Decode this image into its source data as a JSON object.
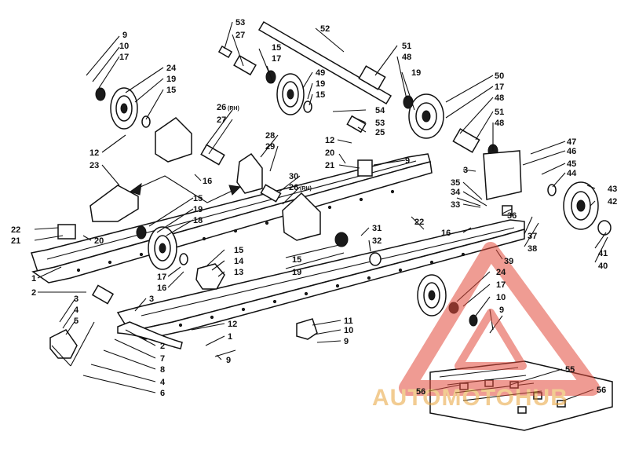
{
  "callouts": [
    {
      "id": "c9a",
      "text": "9"
    },
    {
      "id": "c10a",
      "text": "10"
    },
    {
      "id": "c17a",
      "text": "17"
    },
    {
      "id": "c24a",
      "text": "24"
    },
    {
      "id": "c19a",
      "text": "19"
    },
    {
      "id": "c15a",
      "text": "15"
    },
    {
      "id": "c53a",
      "text": "53"
    },
    {
      "id": "c27a",
      "text": "27"
    },
    {
      "id": "c15b",
      "text": "15"
    },
    {
      "id": "c17b",
      "text": "17"
    },
    {
      "id": "c49",
      "text": "49"
    },
    {
      "id": "c19b",
      "text": "19"
    },
    {
      "id": "c15c",
      "text": "15"
    },
    {
      "id": "c52",
      "text": "52"
    },
    {
      "id": "c51a",
      "text": "51"
    },
    {
      "id": "c48a",
      "text": "48"
    },
    {
      "id": "c19c",
      "text": "19"
    },
    {
      "id": "c50",
      "text": "50"
    },
    {
      "id": "c17c",
      "text": "17"
    },
    {
      "id": "c48b",
      "text": "48"
    },
    {
      "id": "c51b",
      "text": "51"
    },
    {
      "id": "c48c",
      "text": "48"
    },
    {
      "id": "c26a",
      "text": "26"
    },
    {
      "id": "c26ra",
      "text": "(RH)"
    },
    {
      "id": "c27b",
      "text": "27"
    },
    {
      "id": "c54",
      "text": "54"
    },
    {
      "id": "c53b",
      "text": "53"
    },
    {
      "id": "c25",
      "text": "25"
    },
    {
      "id": "c12a",
      "text": "12"
    },
    {
      "id": "c23",
      "text": "23"
    },
    {
      "id": "c28",
      "text": "28"
    },
    {
      "id": "c29",
      "text": "29"
    },
    {
      "id": "c12b",
      "text": "12"
    },
    {
      "id": "c20a",
      "text": "20"
    },
    {
      "id": "c21a",
      "text": "21"
    },
    {
      "id": "c9b",
      "text": "9"
    },
    {
      "id": "c16a",
      "text": "16"
    },
    {
      "id": "c30",
      "text": "30"
    },
    {
      "id": "c26b",
      "text": "26"
    },
    {
      "id": "c26rb",
      "text": "(RH)"
    },
    {
      "id": "c47",
      "text": "47"
    },
    {
      "id": "c46",
      "text": "46"
    },
    {
      "id": "c45",
      "text": "45"
    },
    {
      "id": "c44",
      "text": "44"
    },
    {
      "id": "c43",
      "text": "43"
    },
    {
      "id": "c42",
      "text": "42"
    },
    {
      "id": "c3a",
      "text": "3"
    },
    {
      "id": "c35",
      "text": "35"
    },
    {
      "id": "c34",
      "text": "34"
    },
    {
      "id": "c33",
      "text": "33"
    },
    {
      "id": "c36",
      "text": "36"
    },
    {
      "id": "c15d",
      "text": "15"
    },
    {
      "id": "c19d",
      "text": "19"
    },
    {
      "id": "c18",
      "text": "18"
    },
    {
      "id": "c22a",
      "text": "22"
    },
    {
      "id": "c21b",
      "text": "21"
    },
    {
      "id": "c20b",
      "text": "20"
    },
    {
      "id": "c22b",
      "text": "22"
    },
    {
      "id": "c16b",
      "text": "16"
    },
    {
      "id": "c31",
      "text": "31"
    },
    {
      "id": "c32",
      "text": "32"
    },
    {
      "id": "c37",
      "text": "37"
    },
    {
      "id": "c38",
      "text": "38"
    },
    {
      "id": "c39",
      "text": "39"
    },
    {
      "id": "c41",
      "text": "41"
    },
    {
      "id": "c40",
      "text": "40"
    },
    {
      "id": "c15e",
      "text": "15"
    },
    {
      "id": "c19e",
      "text": "19"
    },
    {
      "id": "c15f",
      "text": "15"
    },
    {
      "id": "c14",
      "text": "14"
    },
    {
      "id": "c13",
      "text": "13"
    },
    {
      "id": "c17d",
      "text": "17"
    },
    {
      "id": "c16c",
      "text": "16"
    },
    {
      "id": "c1a",
      "text": "1"
    },
    {
      "id": "c2a",
      "text": "2"
    },
    {
      "id": "c24b",
      "text": "24"
    },
    {
      "id": "c17e",
      "text": "17"
    },
    {
      "id": "c10b",
      "text": "10"
    },
    {
      "id": "c9c",
      "text": "9"
    },
    {
      "id": "c3b",
      "text": "3"
    },
    {
      "id": "c4a",
      "text": "4"
    },
    {
      "id": "c5",
      "text": "5"
    },
    {
      "id": "c3c",
      "text": "3"
    },
    {
      "id": "c12c",
      "text": "12"
    },
    {
      "id": "c1b",
      "text": "1"
    },
    {
      "id": "c11",
      "text": "11"
    },
    {
      "id": "c10c",
      "text": "10"
    },
    {
      "id": "c9d",
      "text": "9"
    },
    {
      "id": "c9e",
      "text": "9"
    },
    {
      "id": "c2b",
      "text": "2"
    },
    {
      "id": "c7",
      "text": "7"
    },
    {
      "id": "c8",
      "text": "8"
    },
    {
      "id": "c4b",
      "text": "4"
    },
    {
      "id": "c6",
      "text": "6"
    },
    {
      "id": "c55",
      "text": "55"
    },
    {
      "id": "c56a",
      "text": "56"
    },
    {
      "id": "c56b",
      "text": "56"
    }
  ],
  "watermark": {
    "text": "AUTOMOTOHUB",
    "color": "#e8a33a",
    "triangle_color": "#e24b3b"
  }
}
